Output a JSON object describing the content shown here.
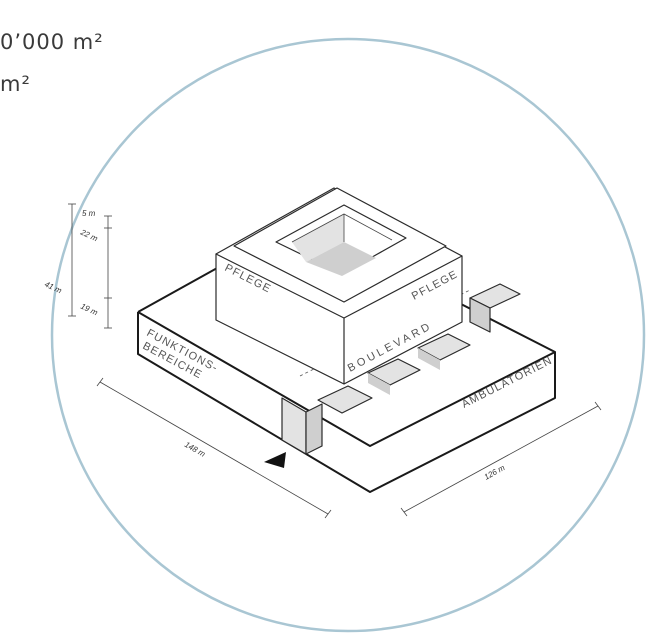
{
  "stats": {
    "area_line_1": "0’000 m²",
    "area_line_2": "m²"
  },
  "building": {
    "label_pflege_left": "PFLEGE",
    "label_pflege_right": "PFLEGE",
    "label_boulevard": "BOULEVARD",
    "label_funktions_1": "FUNKTIONS-",
    "label_funktions_2": "BEREICHE",
    "label_ambulatorien": "AMBULATORIEN"
  },
  "heights": {
    "top_segment": "5 m",
    "upper_segment": "22 m",
    "lower_segment": "19 m",
    "total": "41 m"
  },
  "footprint": {
    "length": "148 m",
    "width": "126 m"
  },
  "colors": {
    "circle": "#a9c6d3",
    "line": "#2b2b2b",
    "shade": "#e3e3e3"
  },
  "icons": {
    "entrance": "entrance-arrow-icon"
  }
}
